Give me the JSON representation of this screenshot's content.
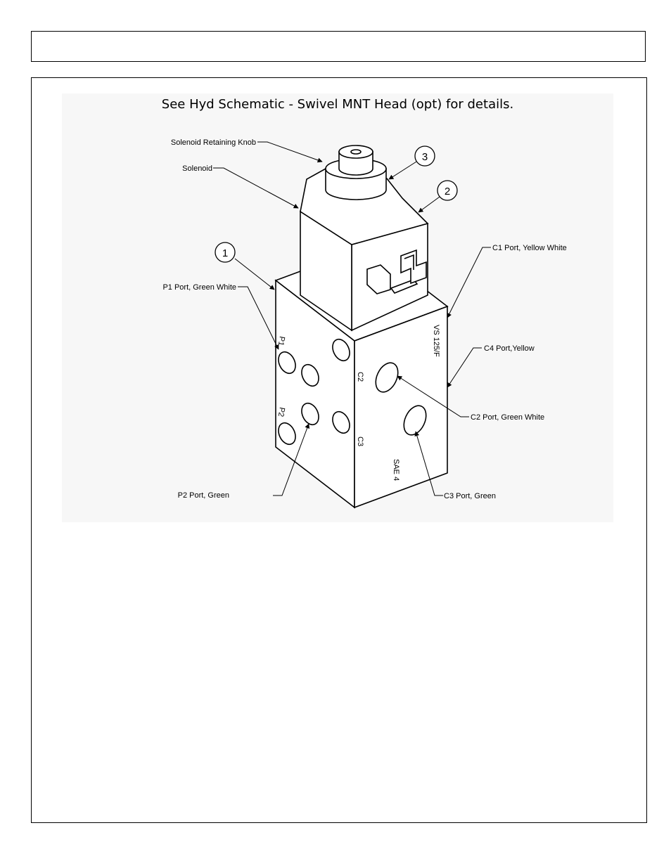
{
  "header": {
    "title": ""
  },
  "figure": {
    "caption": "See Hyd Schematic - Swivel MNT Head (opt) for details.",
    "callouts": [
      {
        "id": "callout-1",
        "number": "1"
      },
      {
        "id": "callout-2",
        "number": "2"
      },
      {
        "id": "callout-3",
        "number": "3"
      }
    ],
    "labels": {
      "knob": "Solenoid Retaining Knob",
      "solenoid": "Solenoid",
      "p1": "P1 Port, Green White",
      "p2": "P2 Port, Green",
      "c1": "C1 Port, Yellow White",
      "c4": "C4 Port,Yellow",
      "c2": "C2  Port, Green White",
      "c3": "C3 Port, Green"
    },
    "markings": {
      "model": "VS 125/F",
      "sae": "SAE 4",
      "c2": "C2",
      "c3": "C3",
      "p1": "P1",
      "p2": "P2"
    }
  }
}
